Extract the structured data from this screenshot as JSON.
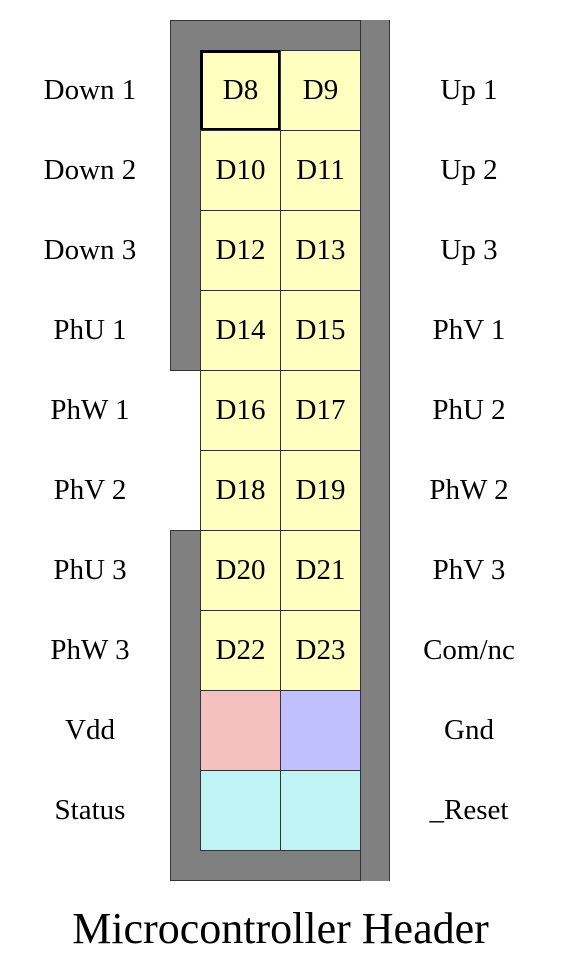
{
  "title": "Microcontroller Header",
  "colors": {
    "housing": "#808080",
    "pin_default": "#ffffc0",
    "pin_vdd": "#f4c0c0",
    "pin_gnd": "#c0c0ff",
    "pin_status": "#c0f4f4",
    "outline": "#333333"
  },
  "rows": [
    {
      "left_label": "Down 1",
      "right_label": "Up 1",
      "pins": [
        {
          "text": "D8",
          "color": "pin_default",
          "pin1": true
        },
        {
          "text": "D9",
          "color": "pin_default"
        }
      ]
    },
    {
      "left_label": "Down 2",
      "right_label": "Up 2",
      "pins": [
        {
          "text": "D10",
          "color": "pin_default"
        },
        {
          "text": "D11",
          "color": "pin_default"
        }
      ]
    },
    {
      "left_label": "Down 3",
      "right_label": "Up 3",
      "pins": [
        {
          "text": "D12",
          "color": "pin_default"
        },
        {
          "text": "D13",
          "color": "pin_default"
        }
      ]
    },
    {
      "left_label": "PhU 1",
      "right_label": "PhV 1",
      "pins": [
        {
          "text": "D14",
          "color": "pin_default"
        },
        {
          "text": "D15",
          "color": "pin_default"
        }
      ]
    },
    {
      "left_label": "PhW 1",
      "right_label": "PhU 2",
      "pins": [
        {
          "text": "D16",
          "color": "pin_default"
        },
        {
          "text": "D17",
          "color": "pin_default"
        }
      ]
    },
    {
      "left_label": "PhV 2",
      "right_label": "PhW 2",
      "pins": [
        {
          "text": "D18",
          "color": "pin_default"
        },
        {
          "text": "D19",
          "color": "pin_default"
        }
      ]
    },
    {
      "left_label": "PhU 3",
      "right_label": "PhV 3",
      "pins": [
        {
          "text": "D20",
          "color": "pin_default"
        },
        {
          "text": "D21",
          "color": "pin_default"
        }
      ]
    },
    {
      "left_label": "PhW 3",
      "right_label": "Com/nc",
      "pins": [
        {
          "text": "D22",
          "color": "pin_default"
        },
        {
          "text": "D23",
          "color": "pin_default"
        }
      ]
    },
    {
      "left_label": "Vdd",
      "right_label": "Gnd",
      "pins": [
        {
          "text": "",
          "color": "pin_vdd"
        },
        {
          "text": "",
          "color": "pin_gnd"
        }
      ]
    },
    {
      "left_label": "Status",
      "right_label": "_Reset",
      "pins": [
        {
          "text": "",
          "color": "pin_status"
        },
        {
          "text": "",
          "color": "pin_status"
        }
      ]
    }
  ]
}
